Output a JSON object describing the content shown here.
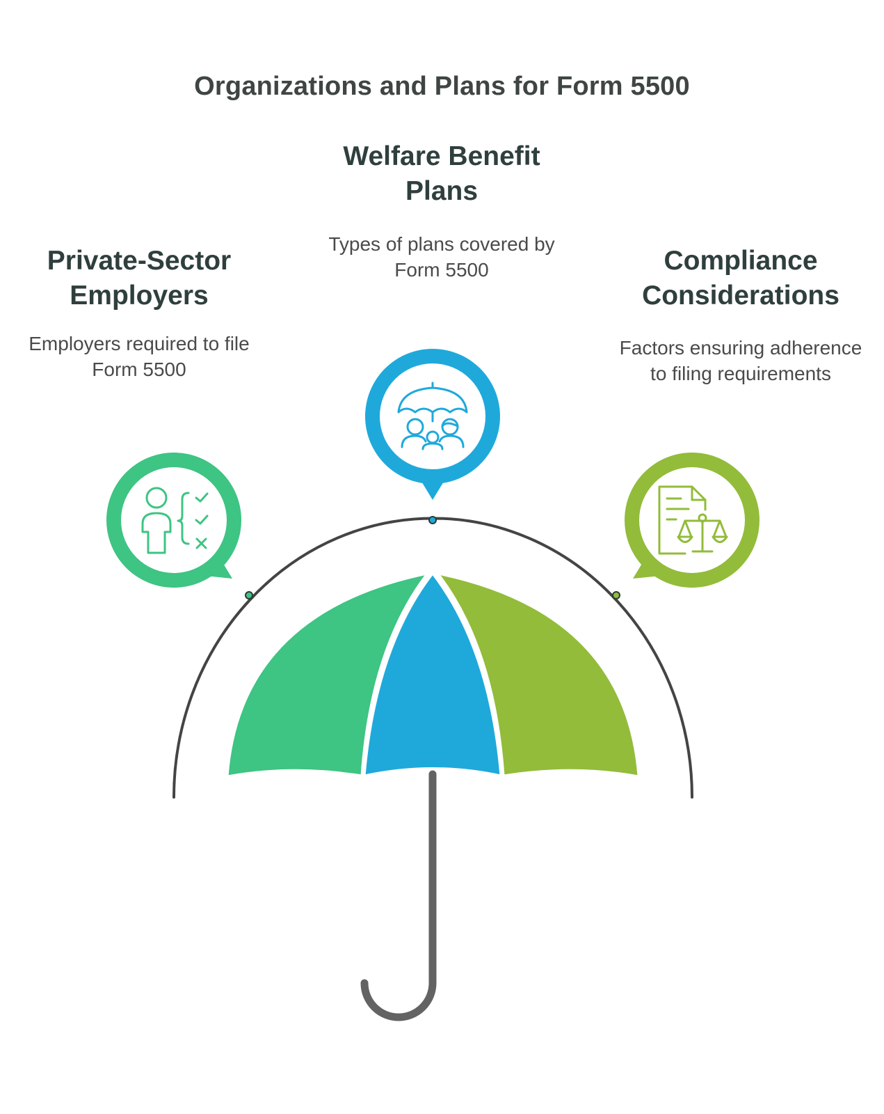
{
  "title": "Organizations and Plans for Form 5500",
  "items": [
    {
      "heading": "Private-Sector Employers",
      "description": "Employers required to file Form 5500",
      "color": "#3ec483",
      "icon": "person-checklist-icon"
    },
    {
      "heading": "Welfare Benefit Plans",
      "description": "Types of plans covered by Form 5500",
      "color": "#1fa9db",
      "icon": "umbrella-family-icon"
    },
    {
      "heading": "Compliance Considerations",
      "description": "Factors ensuring adherence to filing requirements",
      "color": "#92bc3a",
      "icon": "document-scales-icon"
    }
  ],
  "colors": {
    "arc": "#444444",
    "handle": "#636363",
    "title_text": "#3f4543",
    "body_text": "#4a4a4a"
  }
}
